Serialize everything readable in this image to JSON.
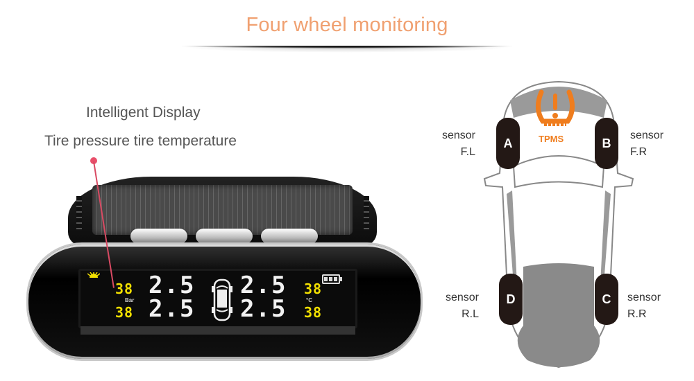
{
  "header": {
    "title": "Four wheel monitoring",
    "title_color": "#f0a070"
  },
  "captions": {
    "line1": "Intelligent Display",
    "line2": "Tire pressure tire temperature",
    "pin_color": "#e94f6a"
  },
  "device": {
    "display": {
      "temp_fl": "38",
      "temp_rl": "38",
      "temp_fr": "38",
      "temp_rr": "38",
      "pressure_fl": "2.5",
      "pressure_rl": "2.5",
      "pressure_fr": "2.5",
      "pressure_rr": "2.5",
      "pressure_unit": "Bar",
      "temp_unit": "°C",
      "segment_color": "#f3e000"
    },
    "buttons": [
      "left-button",
      "middle-button",
      "right-button"
    ]
  },
  "diagram": {
    "tpms_label": "TPMS",
    "tpms_color": "#ef7d1e",
    "sensors": [
      {
        "tire": "A",
        "label": "sensor",
        "position": "F.L"
      },
      {
        "tire": "B",
        "label": "sensor",
        "position": "F.R"
      },
      {
        "tire": "C",
        "label": "sensor",
        "position": "R.R"
      },
      {
        "tire": "D",
        "label": "sensor",
        "position": "R.L"
      }
    ]
  }
}
